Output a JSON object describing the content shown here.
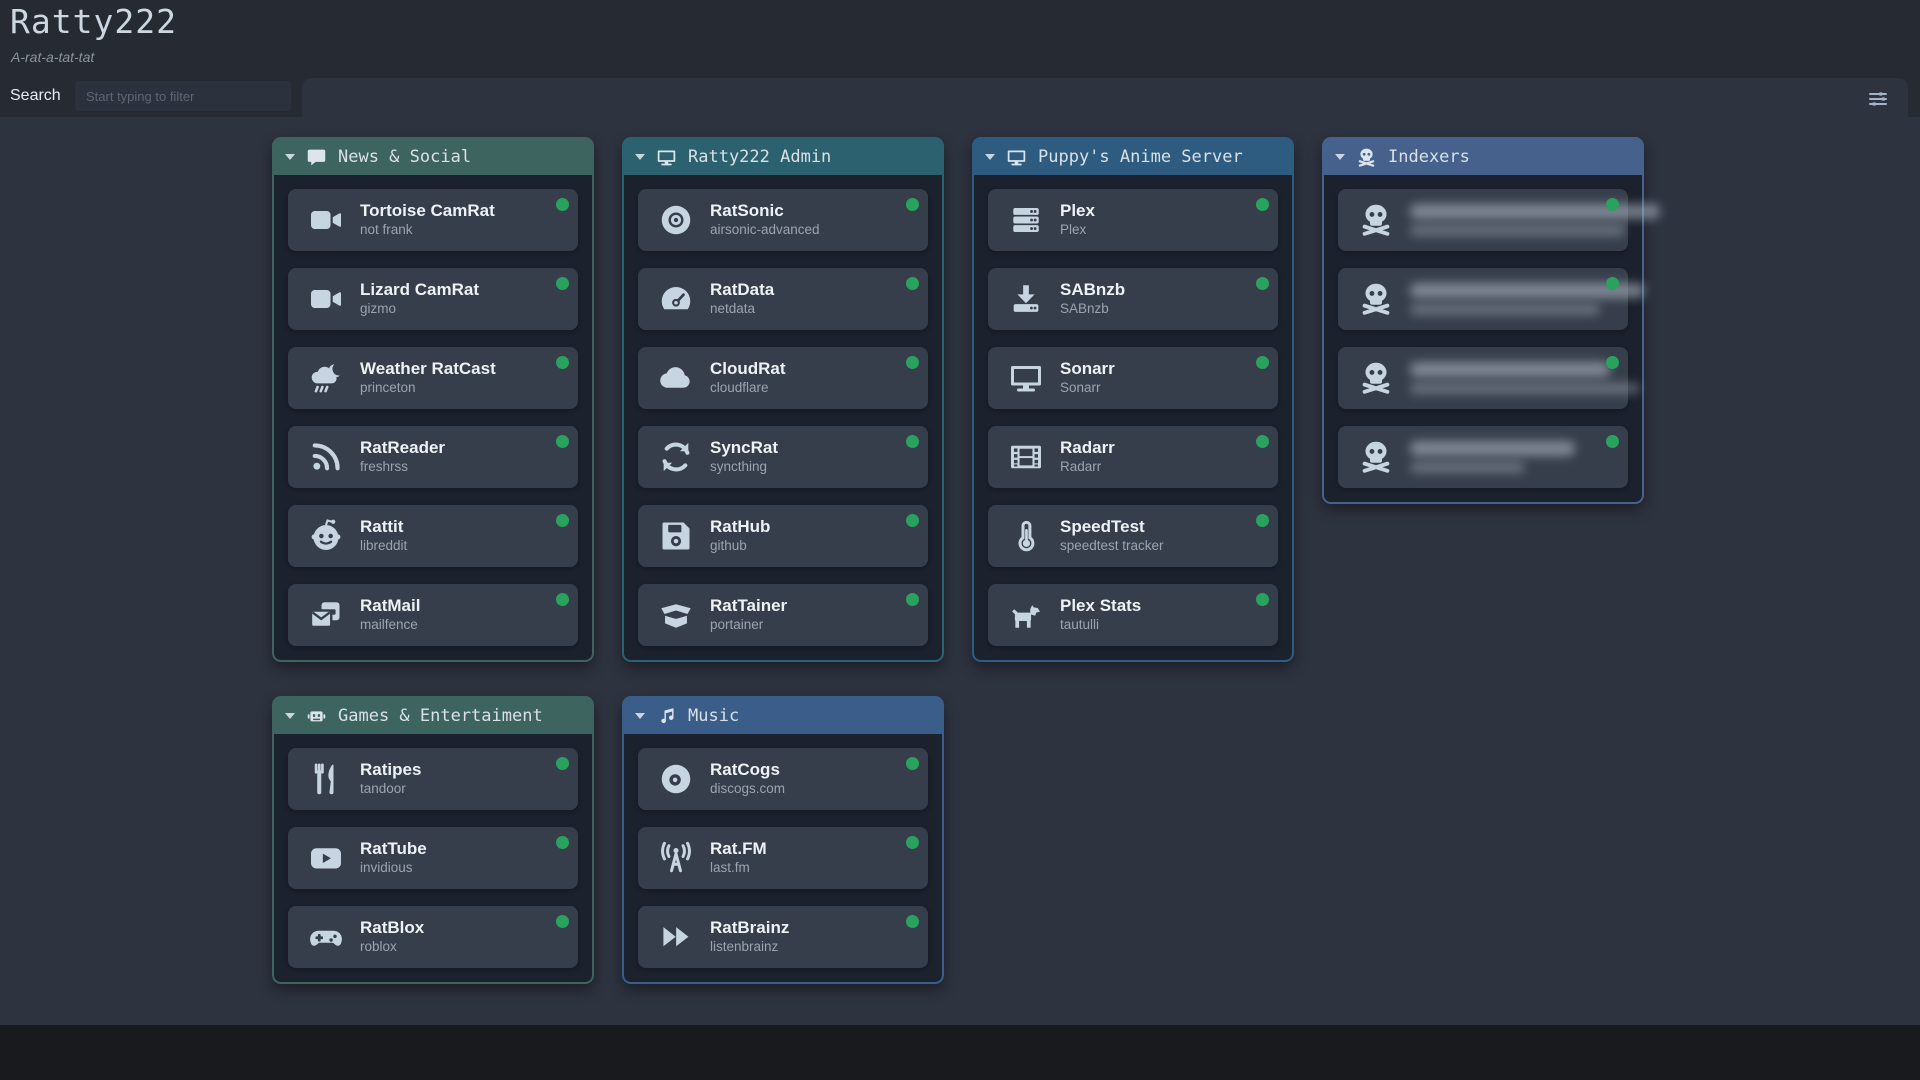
{
  "header": {
    "title": "Ratty222",
    "subtitle": "A-rat-a-tat-tat",
    "search_label": "Search",
    "search_placeholder": "Start typing to filter",
    "settings_icon": "sliders-icon"
  },
  "colors": {
    "topbar_bg": "#262a33",
    "content_bg": "#2e3340",
    "card_bg": "#1b212d",
    "tile_bg": "#373e4b",
    "footer_bg": "#191a1d",
    "status_online": "#28a25c",
    "category_green": "#3e6460",
    "category_teal": "#2c6270",
    "category_blue": "#2e5c80",
    "category_indigo": "#45618c",
    "category_steel_blue": "#3a5d8a"
  },
  "categories": [
    {
      "id": "news-social",
      "label": "News & Social",
      "icon": "comment-icon",
      "color": "#3e6460",
      "items": [
        {
          "title": "Tortoise CamRat",
          "subtitle": "not frank",
          "icon": "video-icon",
          "status": "online"
        },
        {
          "title": "Lizard CamRat",
          "subtitle": "gizmo",
          "icon": "video-icon",
          "status": "online"
        },
        {
          "title": "Weather RatCast",
          "subtitle": "princeton",
          "icon": "cloud-moon-rain-icon",
          "status": "online"
        },
        {
          "title": "RatReader",
          "subtitle": "freshrss",
          "icon": "rss-icon",
          "status": "online"
        },
        {
          "title": "Rattit",
          "subtitle": "libreddit",
          "icon": "reddit-icon",
          "status": "online"
        },
        {
          "title": "RatMail",
          "subtitle": "mailfence",
          "icon": "mail-icon",
          "status": "online"
        }
      ]
    },
    {
      "id": "ratty222-admin",
      "label": "Ratty222 Admin",
      "icon": "desktop-icon",
      "color": "#2c6270",
      "items": [
        {
          "title": "RatSonic",
          "subtitle": "airsonic-advanced",
          "icon": "disc-icon",
          "status": "online"
        },
        {
          "title": "RatData",
          "subtitle": "netdata",
          "icon": "gauge-icon",
          "status": "online"
        },
        {
          "title": "CloudRat",
          "subtitle": "cloudflare",
          "icon": "cloud-icon",
          "status": "online"
        },
        {
          "title": "SyncRat",
          "subtitle": "syncthing",
          "icon": "sync-icon",
          "status": "online"
        },
        {
          "title": "RatHub",
          "subtitle": "github",
          "icon": "floppy-icon",
          "status": "online"
        },
        {
          "title": "RatTainer",
          "subtitle": "portainer",
          "icon": "box-open-icon",
          "status": "online"
        }
      ]
    },
    {
      "id": "puppys-anime-server",
      "label": "Puppy's Anime Server",
      "icon": "desktop-icon",
      "color": "#2e5c80",
      "items": [
        {
          "title": "Plex",
          "subtitle": "Plex",
          "icon": "server-icon",
          "status": "online"
        },
        {
          "title": "SABnzb",
          "subtitle": "SABnzb",
          "icon": "download-icon",
          "status": "online"
        },
        {
          "title": "Sonarr",
          "subtitle": "Sonarr",
          "icon": "monitor-icon",
          "status": "online"
        },
        {
          "title": "Radarr",
          "subtitle": "Radarr",
          "icon": "film-icon",
          "status": "online"
        },
        {
          "title": "SpeedTest",
          "subtitle": "speedtest tracker",
          "icon": "thermometer-icon",
          "status": "online"
        },
        {
          "title": "Plex Stats",
          "subtitle": "tautulli",
          "icon": "dog-icon",
          "status": "online"
        }
      ]
    },
    {
      "id": "indexers",
      "label": "Indexers",
      "icon": "skull-icon",
      "color": "#45618c",
      "items": [
        {
          "redacted": true,
          "icon": "skull-icon",
          "status": "online"
        },
        {
          "redacted": true,
          "icon": "skull-icon",
          "status": "online"
        },
        {
          "redacted": true,
          "icon": "skull-icon",
          "status": "online"
        },
        {
          "redacted": true,
          "icon": "skull-icon",
          "status": "online"
        }
      ]
    },
    {
      "id": "games-entertainment",
      "label": "Games & Entertaiment",
      "icon": "robot-icon",
      "color": "#3e6460",
      "items": [
        {
          "title": "Ratipes",
          "subtitle": "tandoor",
          "icon": "utensils-icon",
          "status": "online"
        },
        {
          "title": "RatTube",
          "subtitle": "invidious",
          "icon": "youtube-icon",
          "status": "online"
        },
        {
          "title": "RatBlox",
          "subtitle": "roblox",
          "icon": "gamepad-icon",
          "status": "online"
        }
      ]
    },
    {
      "id": "music",
      "label": "Music",
      "icon": "music-icon",
      "color": "#3a5d8a",
      "items": [
        {
          "title": "RatCogs",
          "subtitle": "discogs.com",
          "icon": "vinyl-icon",
          "status": "online"
        },
        {
          "title": "Rat.FM",
          "subtitle": "last.fm",
          "icon": "tower-icon",
          "status": "online"
        },
        {
          "title": "RatBrainz",
          "subtitle": "listenbrainz",
          "icon": "forward-icon",
          "status": "online"
        }
      ]
    }
  ]
}
